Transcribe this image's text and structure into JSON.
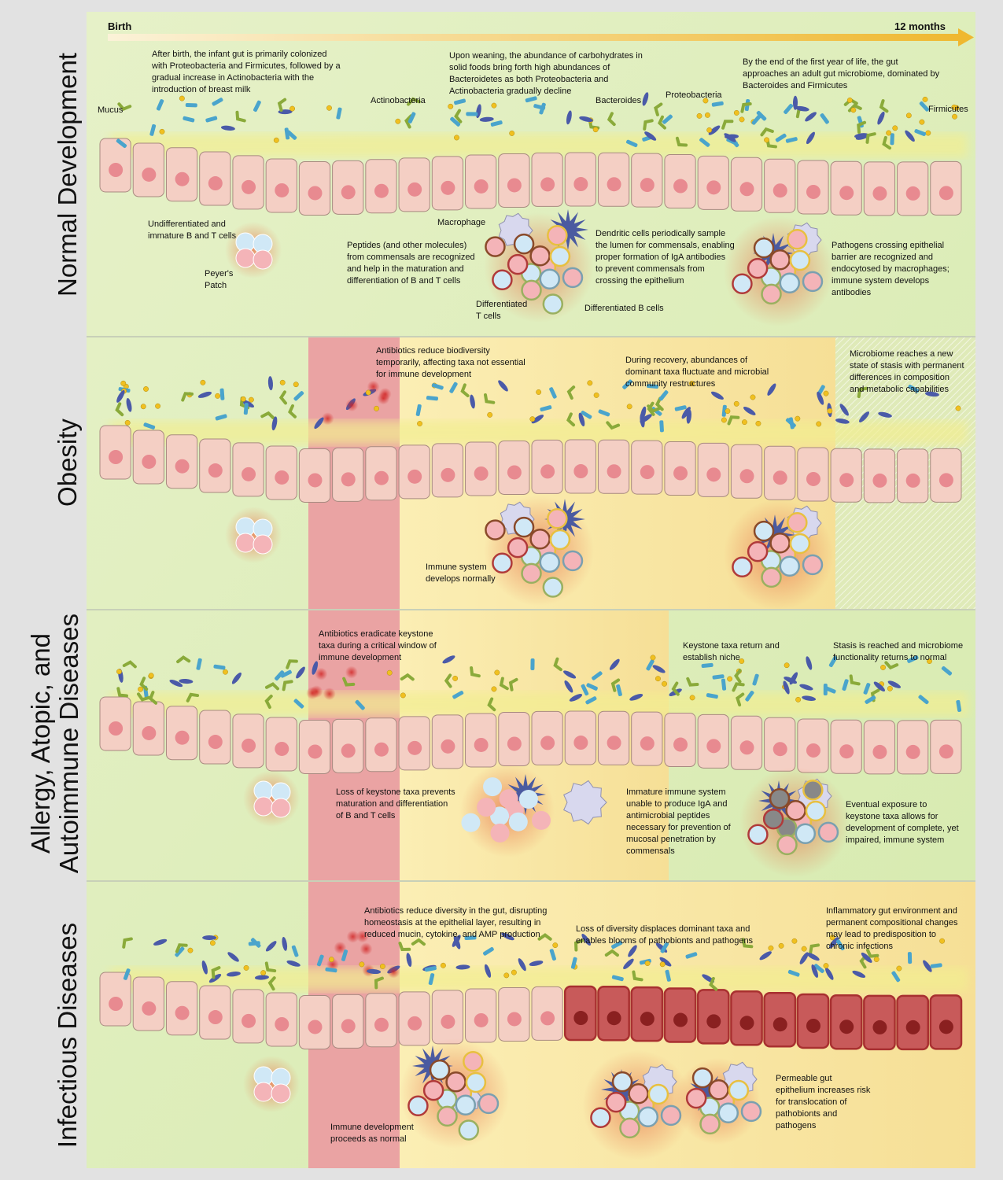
{
  "timeline": {
    "start": "Birth",
    "end": "12 months"
  },
  "rows": [
    {
      "title": "Normal Development",
      "notes": [
        "After birth, the infant gut is primarily colonized\nwith Proteobacteria and Firmicutes, followed by a\ngradual increase in Actinobacteria with the\nintroduction of breast milk",
        "Upon weaning, the abundance of carbohydrates in\nsolid foods bring forth high abundances of\nBacteroidetes as both Proteobacteria and\nActinobacteria gradually decline",
        "By the end of the first year of life, the gut\napproaches an adult gut microbiome, dominated by\nBacteroides and Firmicutes"
      ],
      "labels": {
        "mucus": "Mucus",
        "actinobacteria": "Actinobacteria",
        "bacteroides": "Bacteroides",
        "proteobacteria": "Proteobacteria",
        "firmicutes": "Firmicutes",
        "undifferentiated": "Undifferentiated and\nimmature B and T cells",
        "peyers": "Peyer's\nPatch",
        "macrophage": "Macrophage",
        "peptides": "Peptides (and other molecules)\nfrom commensals are recognized\nand help in the maturation and\ndifferentiation of B and T cells",
        "dendritic": "Dendritic cells periodically sample\nthe lumen for commensals, enabling\nproper formation of IgA antibodies\nto prevent commensals from\ncrossing the epithelium",
        "t_cells": "Differentiated\nT cells",
        "b_cells": "Differentiated B cells",
        "pathogens": "Pathogens crossing epithelial\nbarrier are recognized and\nendocytosed by macrophages;\nimmune system develops\nantibodies"
      }
    },
    {
      "title": "Obesity",
      "notes": [
        "Antibiotics reduce biodiversity\ntemporarily, affecting taxa not essential\nfor immune development",
        "During recovery, abundances of\ndominant taxa fluctuate and microbial\ncommunity restructures",
        "Microbiome reaches a new\nstate of stasis with permanent\ndifferences in composition\nand metabolic capabilities",
        "Immune system\ndevelops normally"
      ]
    },
    {
      "title": "Allergy, Atopic, and\nAutoimmune Diseases",
      "notes": [
        "Antibiotics eradicate keystone\ntaxa during a critical window of\nimmune development",
        "Keystone taxa return and\nestablish niche",
        "Stasis is reached and microbiome\nfunctionality returns to normal",
        "Loss of keystone taxa prevents\nmaturation and differentiation\nof B and T cells",
        "Immature immune system\nunable to produce IgA and\nantimicrobial peptides\nnecessary for prevention of\nmucosal penetration by\ncommensals",
        "Eventual exposure to\nkeystone taxa allows for\ndevelopment of complete, yet\nimpaired, immune system"
      ]
    },
    {
      "title": "Infectious Diseases",
      "notes": [
        "Antibiotics reduce diversity in the gut, disrupting\nhomeostasis at the epithelial layer, resulting in\nreduced mucin, cytokine, and AMP production",
        "Loss of diversity displaces dominant taxa and\nenables blooms of pathobionts and pathogens",
        "Inflammatory gut environment and\npermanent compositional changes\nmay lead to predisposition to\nchronic infections",
        "Permeable gut\nepithelium increases risk\nfor translocation of\npathobionts and\npathogens",
        "Immune development\nproceeds as normal"
      ]
    }
  ],
  "colors": {
    "healthy": "#e4f0c4",
    "antibiotic": "#eaa0a0",
    "recovery": "#f8e8a8",
    "epithelium": "#f4cfc4",
    "inflamed": "#c85a5a"
  }
}
